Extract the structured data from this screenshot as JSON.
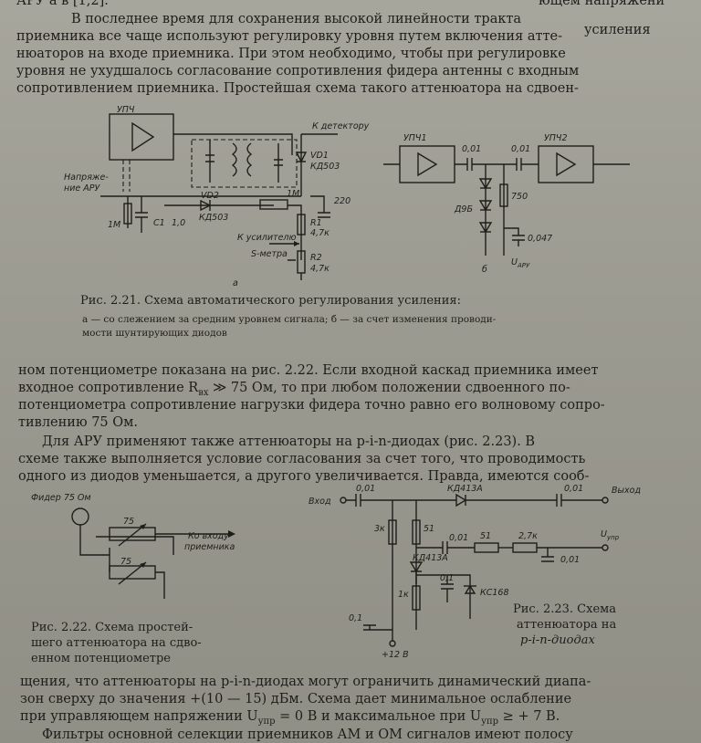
{
  "header_fragment": "АРУ а в [1,2].",
  "header_fragment_right": "ющем напряжени",
  "para1": [
    "В последнее время для сохранения высокой линейности тракта",
    "приемника все чаще используют регулировку уровня путем включения атте-",
    "нюаторов на входе приемника. При этом необходимо, чтобы при регулировке",
    "уровня не ухудшалось согласование сопротивления фидера антенны с входным",
    "сопротивлением приемника. Простейшая схема такого аттенюатора на сдвоен-"
  ],
  "para1_line1_end": "усиления",
  "fig21": {
    "a": {
      "upch": "УПЧ",
      "det": "К детектору",
      "vd1": "VD1",
      "kd503": "КД503",
      "agc1": "Напряже-",
      "agc2": "ние АРУ",
      "r1m_a": "1М",
      "c1": "С1",
      "c1v": "1,0",
      "vd2": "VD2",
      "kd503b": "КД503",
      "r1m_b": "1М",
      "c220": "220",
      "r1": "R1",
      "r1v": "4,7к",
      "amp": "К усилителю",
      "smeter": "S-метра",
      "r2": "R2",
      "r2v": "4,7к",
      "letter": "а"
    },
    "b": {
      "upch1": "УПЧ1",
      "c001a": "0,01",
      "c001b": "0,01",
      "upch2": "УПЧ2",
      "d9b": "Д9Б",
      "r750": "750",
      "c0047": "0,047",
      "uaru": "U",
      "uaru_sub": "АРУ",
      "letter": "б"
    },
    "caption": "Рис. 2.21. Схема автоматического регулирования усиления:",
    "caption_sub1": "а — со слежением за средним уровнем сигнала; б — за счет изменения проводи-",
    "caption_sub2": "мости шунтирующих диодов"
  },
  "para2": [
    "ном потенциометре показана на рис. 2.22. Если входной каскад приемника имеет",
    "входное сопротивление R",
    "потенциометра сопротивление нагрузки фидера точно равно его волновому сопро-",
    "тивлению 75 Ом."
  ],
  "para2_rvx_sub": "вх",
  "para2_line2_rest": " ≫ 75 Ом, то при любом положении сдвоенного по-",
  "para3": [
    "Для АРУ применяют также аттенюаторы на p-i-n-диодах (рис. 2.23). В",
    "схеме также выполняется условие согласования за счет того, что проводимость",
    "одного из диодов уменьшается, а другого увеличивается. Правда, имеются сооб-"
  ],
  "fig22": {
    "feeder": "Фидер 75 Ом",
    "r75a": "75",
    "r75b": "75",
    "to_input1": "Ко входу",
    "to_input2": "приемника",
    "caption": [
      "Рис. 2.22. Схема простей-",
      "шего аттенюатора на сдво-",
      "енном потенциометре"
    ]
  },
  "fig23": {
    "vhod": "Вход",
    "c001_in": "0,01",
    "kd413a_top": "КД413А",
    "c001_out": "0,01",
    "vyhod": "Выход",
    "r3k": "3к",
    "r51a": "51",
    "c001_mid": "0,01",
    "r51b": "51",
    "r27k": "2,7к",
    "uupr": "U",
    "uupr_sub": "упр",
    "c001_r": "0,01",
    "kd413a_bot": "КД413А",
    "r1k": "1к",
    "c01": "0,1",
    "ks168": "КС168",
    "c01b": "0,1",
    "v12": "+12 В",
    "caption": [
      "Рис. 2.23. Схема",
      "аттенюатора на",
      "p-i-n-диодах"
    ]
  },
  "para4": [
    "щения, что аттенюаторы на p-i-n-диодах могут ограничить динамический диапа-",
    "зон сверху до значения +(10 — 15) дБм. Схема дает минимальное ослабление",
    "при управляющем напряжении U",
    "Фильтры основной селекции приемников АМ и ОМ сигналов имеют полосу"
  ],
  "para4_line3_sub1": "упр",
  "para4_line3_mid": " = 0 В и максимальное при U",
  "para4_line3_sub2": "упр",
  "para4_line3_end": " ≥ + 7 В."
}
